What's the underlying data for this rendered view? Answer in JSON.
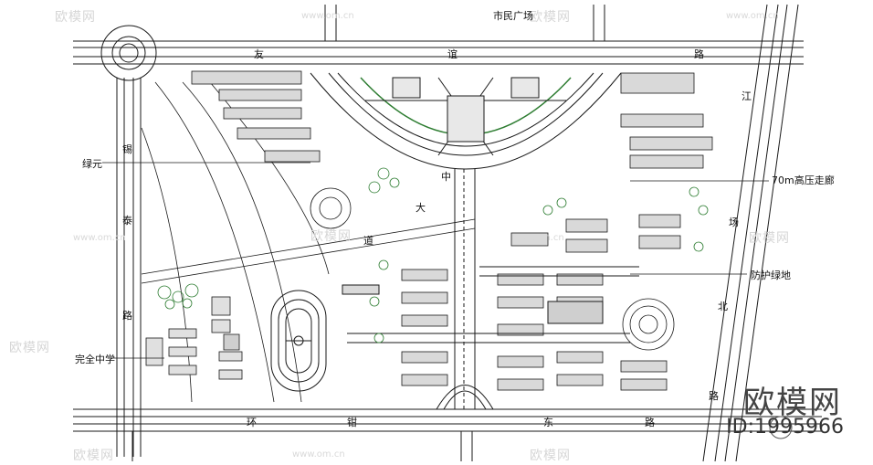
{
  "labels": {
    "plaza": "市民广场",
    "green_belt": "绿元",
    "power_corridor": "70m高压走廊",
    "protective_green": "防护绿地",
    "school": "完全中学",
    "top_road": [
      "友",
      "谊",
      "路"
    ],
    "bottom_road": [
      "环",
      "钳",
      "东",
      "路"
    ],
    "left_road": [
      "锡",
      "泰",
      "路"
    ],
    "right_road": [
      "江",
      "场",
      "北",
      "路"
    ],
    "center_road": [
      "中",
      "大",
      "道"
    ]
  },
  "brand": {
    "name": "欧模网",
    "id": "ID:1995966"
  },
  "watermark": {
    "text": "欧模网",
    "url": "www.om.cn"
  },
  "colors": {
    "line": "#1a1a1a",
    "green": "#2e7d32",
    "watermark": "#d6d6d6"
  }
}
